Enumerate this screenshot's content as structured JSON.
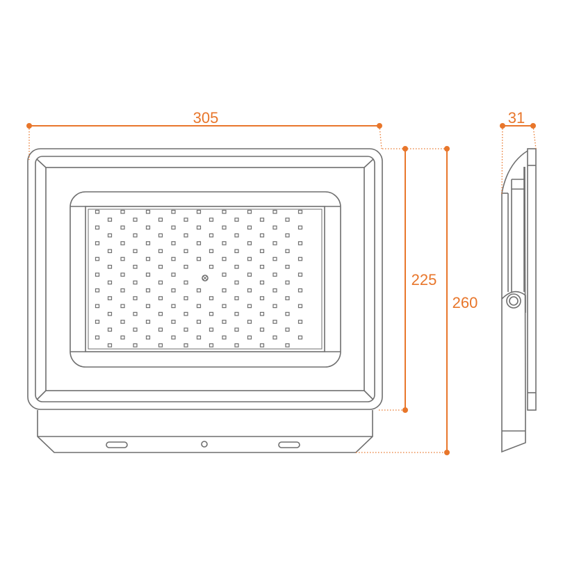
{
  "dimensions": {
    "width": "305",
    "depth": "31",
    "lens_height": "225",
    "total_height": "260"
  },
  "colors": {
    "dimension": "#e8762b",
    "outline": "#6e6e6e"
  }
}
